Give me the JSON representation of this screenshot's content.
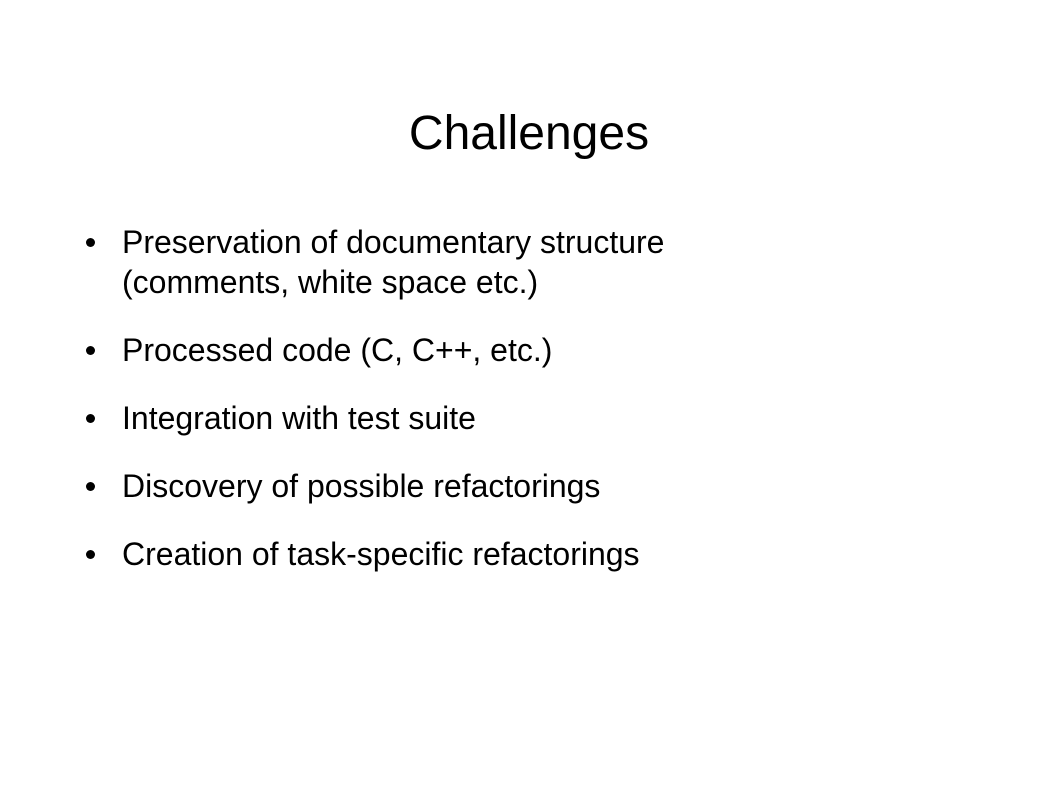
{
  "slide": {
    "title": "Challenges",
    "bullets": [
      {
        "line1": "Preservation of documentary structure",
        "line2": "(comments, white space etc.)"
      },
      {
        "line1": "Processed code (C, C++, etc.)"
      },
      {
        "line1": "Integration with test suite"
      },
      {
        "line1": "Discovery of possible refactorings"
      },
      {
        "line1": "Creation of task-specific refactorings"
      }
    ],
    "bullet_icon": "filled-circle-bullet"
  },
  "colors": {
    "background": "#ffffff",
    "text": "#000000"
  }
}
